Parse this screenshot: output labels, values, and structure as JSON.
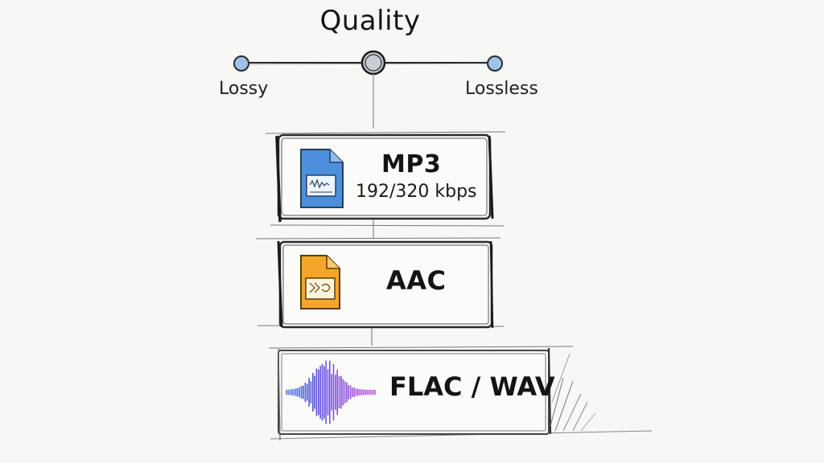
{
  "slider": {
    "title": "Quality",
    "left_label": "Lossy",
    "right_label": "Lossless",
    "position": "middle",
    "colors": {
      "endpoint": "#9dc3ec",
      "knob": "#c9cdd3",
      "line": "#2a2a2a"
    }
  },
  "formats": [
    {
      "name": "MP3",
      "detail": "192/320 kbps",
      "icon": "blue-audio-file-icon",
      "icon_color": "#4e8fdb"
    },
    {
      "name": "AAC",
      "icon": "orange-audio-file-icon",
      "icon_color": "#f4a62a"
    },
    {
      "name": "FLAC / WAV",
      "icon": "waveform-icon",
      "icon_color": "#9a62e0"
    }
  ]
}
